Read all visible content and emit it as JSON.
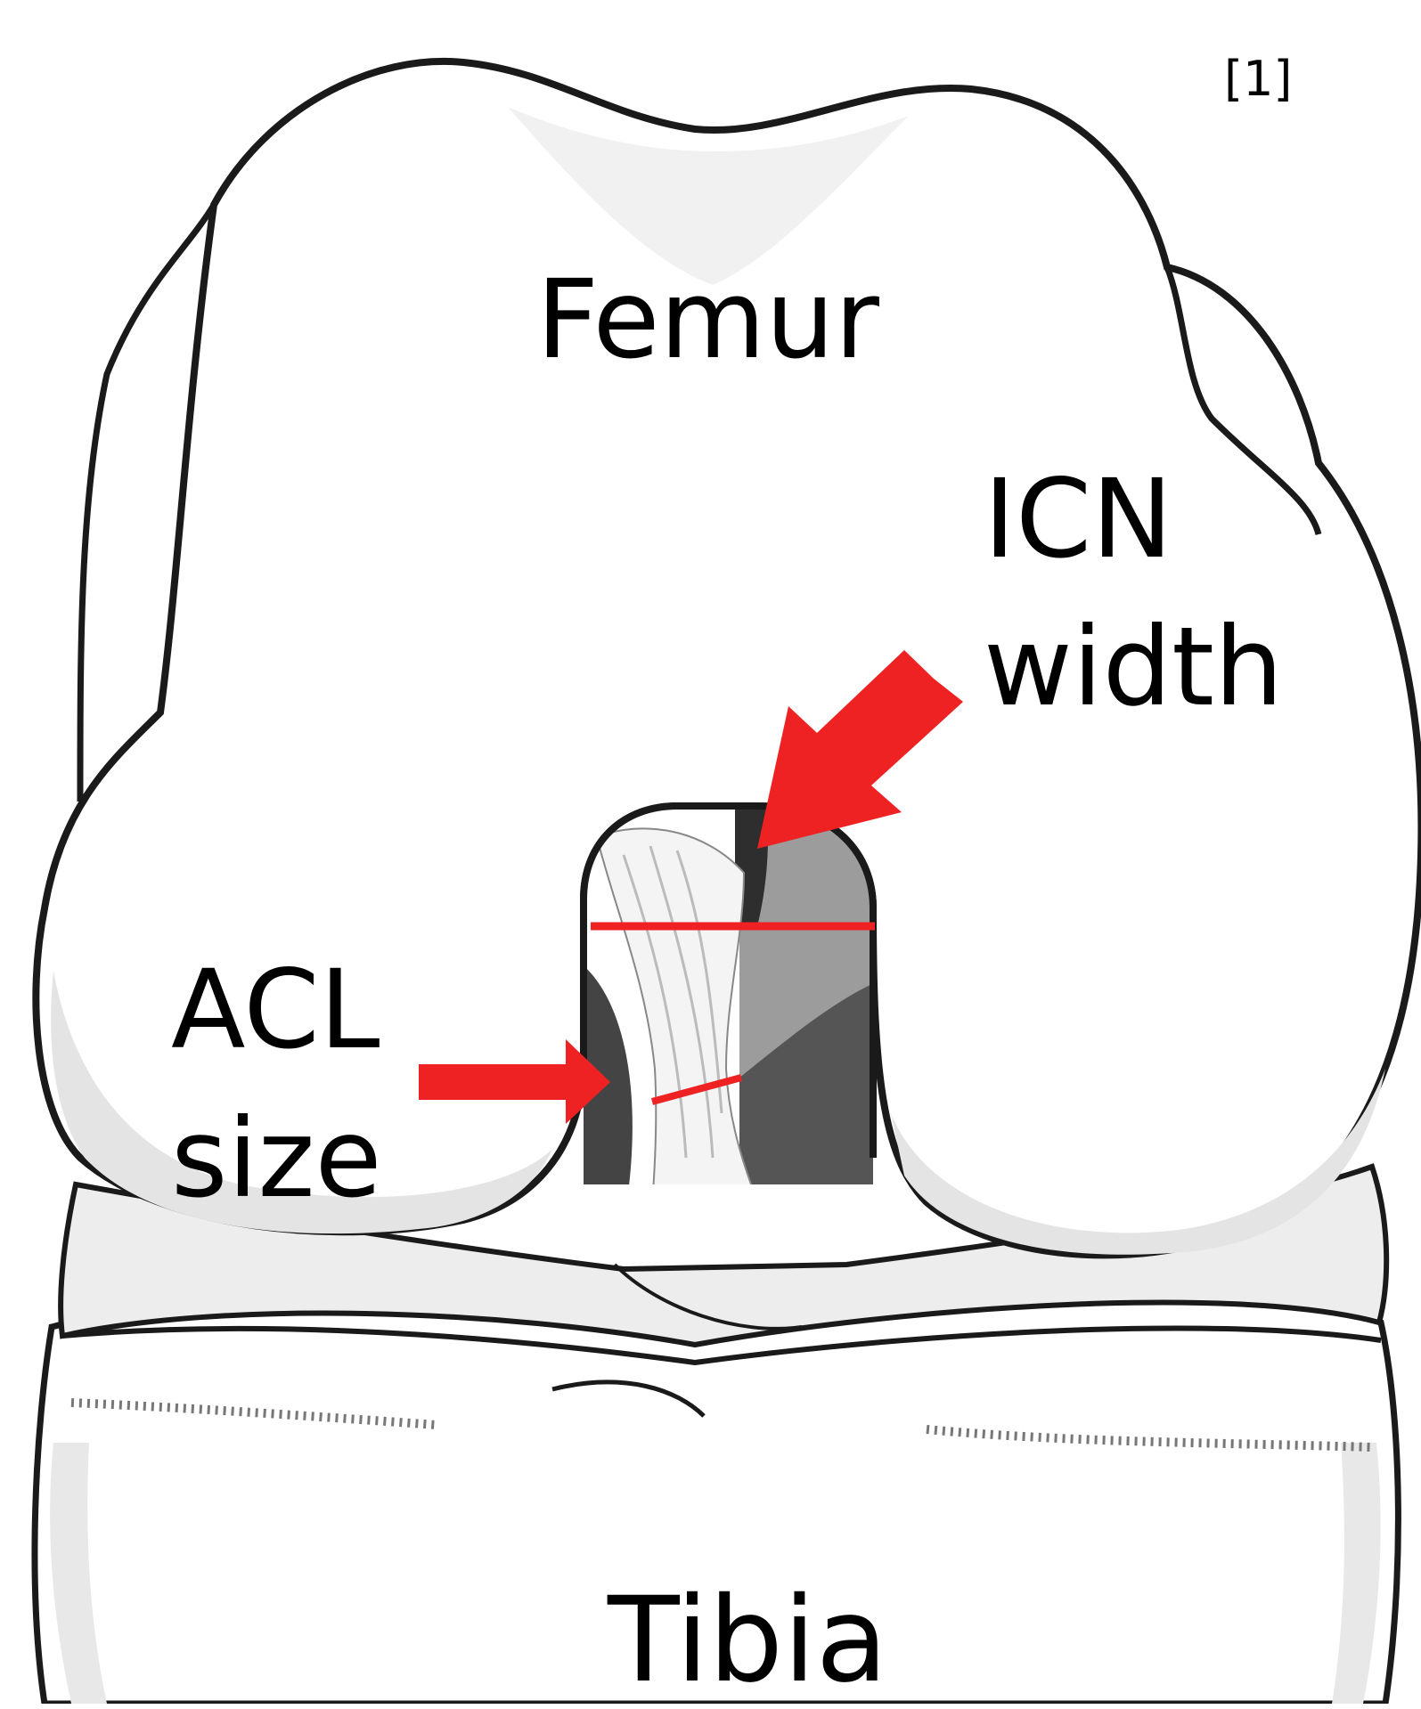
{
  "diagram": {
    "reference_mark": "[1]",
    "labels": {
      "femur": "Femur",
      "tibia": "Tibia",
      "icn_line1": "ICN",
      "icn_line2": "width",
      "acl_line1": "ACL",
      "acl_line2": "size"
    },
    "colors": {
      "annotation_red": "#ee2222",
      "outline": "#1a1a1a",
      "bone_fill": "#ffffff",
      "shade_light": "#e6e6e6",
      "shade_mid": "#9a9a9a",
      "shade_dark": "#555555",
      "notch_dark": "#2e2e2e"
    },
    "icons": {
      "icn_arrow": "arrow-down-left",
      "acl_arrow": "arrow-right"
    }
  }
}
